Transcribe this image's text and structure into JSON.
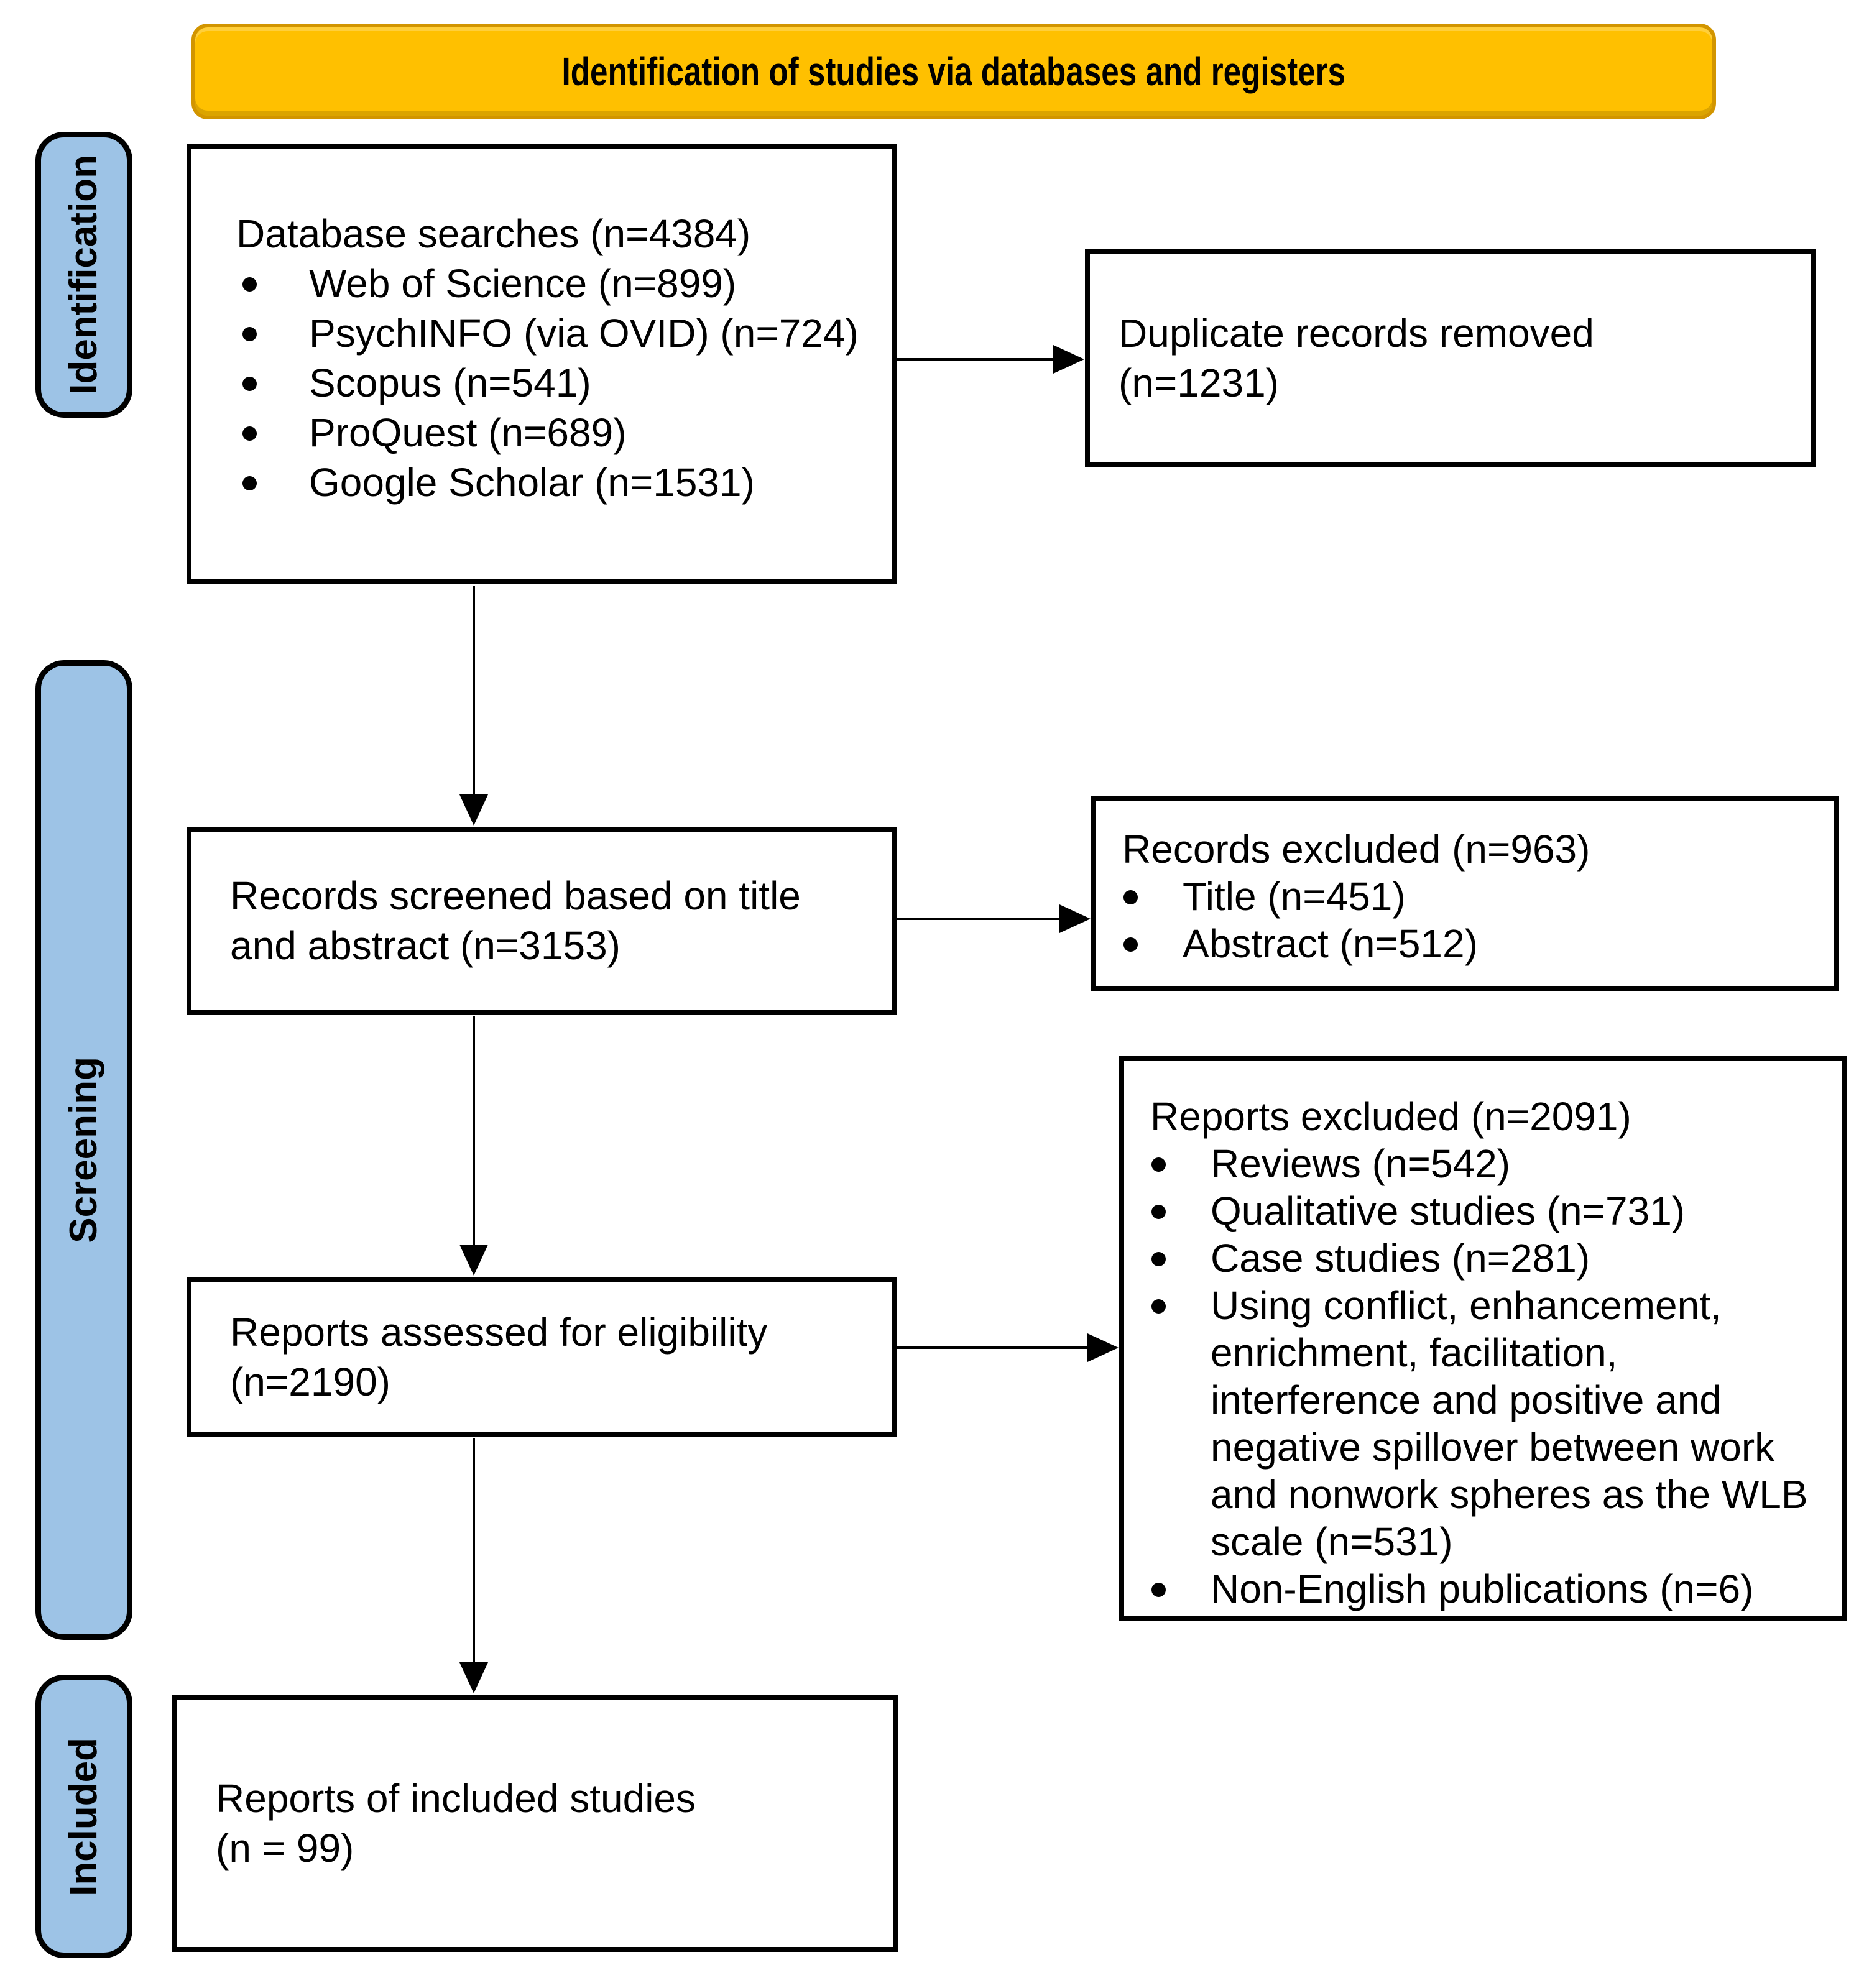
{
  "header": {
    "title": "Identification of studies via databases and registers"
  },
  "stages": [
    {
      "label": "Identification"
    },
    {
      "label": "Screening"
    },
    {
      "label": "Included"
    }
  ],
  "boxes": {
    "database_searches": {
      "title": "Database searches (n=4384)",
      "items": [
        "Web of Science (n=899)",
        "PsychINFO (via OVID) (n=724)",
        "Scopus (n=541)",
        "ProQuest (n=689)",
        "Google Scholar (n=1531)"
      ]
    },
    "duplicates_removed": {
      "text": "Duplicate records removed\n(n=1231)"
    },
    "records_screened": {
      "text": "Records screened based on title\nand abstract (n=3153)"
    },
    "records_excluded": {
      "title": "Records excluded (n=963)",
      "items": [
        "Title (n=451)",
        "Abstract (n=512)"
      ]
    },
    "reports_assessed": {
      "text": "Reports assessed for eligibility\n(n=2190)"
    },
    "reports_excluded": {
      "title": "Reports excluded (n=2091)",
      "items": [
        "Reviews (n=542)",
        "Qualitative studies (n=731)",
        "Case studies (n=281)",
        "Using conflict, enhancement, enrichment, facilitation, interference and positive and negative spillover between work and nonwork spheres as the WLB scale (n=531)",
        "Non-English publications (n=6)"
      ]
    },
    "included_studies": {
      "text": "Reports of included studies\n(n = 99)"
    }
  },
  "colors": {
    "banner_bg": "#FFC000",
    "banner_border": "#D29500",
    "stage_bg": "#9DC3E6",
    "box_border": "#000000",
    "text": "#000000",
    "background": "#FFFFFF"
  }
}
